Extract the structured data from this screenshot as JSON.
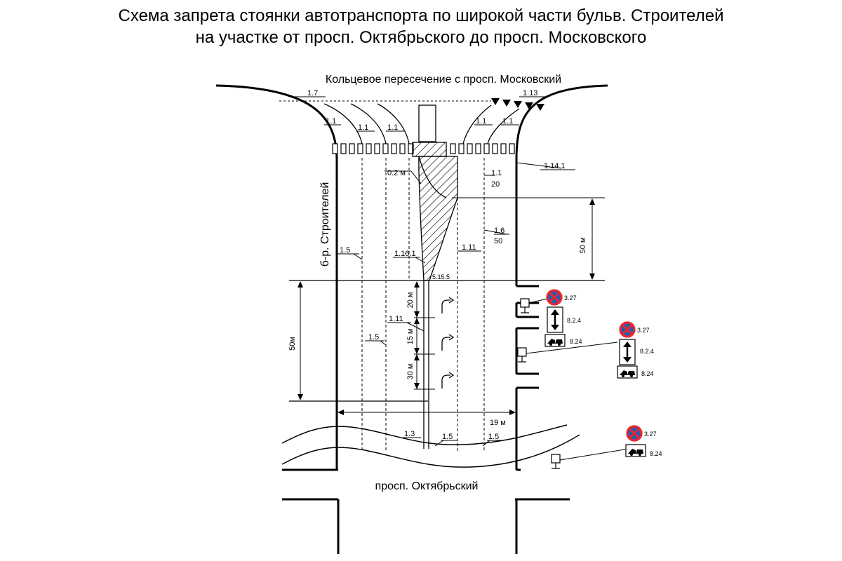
{
  "title_line1": "Схема запрета стоянки автотранспорта по широкой части бульв. Строителей",
  "title_line2": "на участке от просп. Октябрьского до просп. Московского",
  "roundabout_label": "Кольцевое пересечение с просп. Московский",
  "street_label": "б-р. Строителей",
  "bottom_street": "просп. Октябрьский",
  "markings": {
    "m1_7": "1.7",
    "m1_13": "1.13",
    "m1_1": "1.1",
    "m1_14_1": "1.14.1",
    "m0_2": "0.2 м",
    "m1_1_20_top": "1.1",
    "m1_1_20_bot": "20",
    "m1_6_50_top": "1.6",
    "m1_6_50_bot": "50",
    "m1_5": "1.5",
    "m1_16_1": "1.16.1",
    "m1_11": "1.11",
    "m5_15_5": "5.15.5",
    "m1_3": "1.3"
  },
  "dimensions": {
    "d50_right": "50 м",
    "d50_left": "50м",
    "d20": "20 м",
    "d15": "15 м",
    "d30": "30 м",
    "d19": "19 м"
  },
  "signs": {
    "s3_27": "3.27",
    "s8_2_4": "8.2.4",
    "s8_24": "8.24"
  },
  "colors": {
    "sign_red": "#e8262d",
    "sign_blue": "#1e5fb4"
  },
  "icons": [
    "no-stopping-sign-icon",
    "double-arrow-plate-icon",
    "tow-truck-plate-icon",
    "turn-arrow-icon"
  ]
}
